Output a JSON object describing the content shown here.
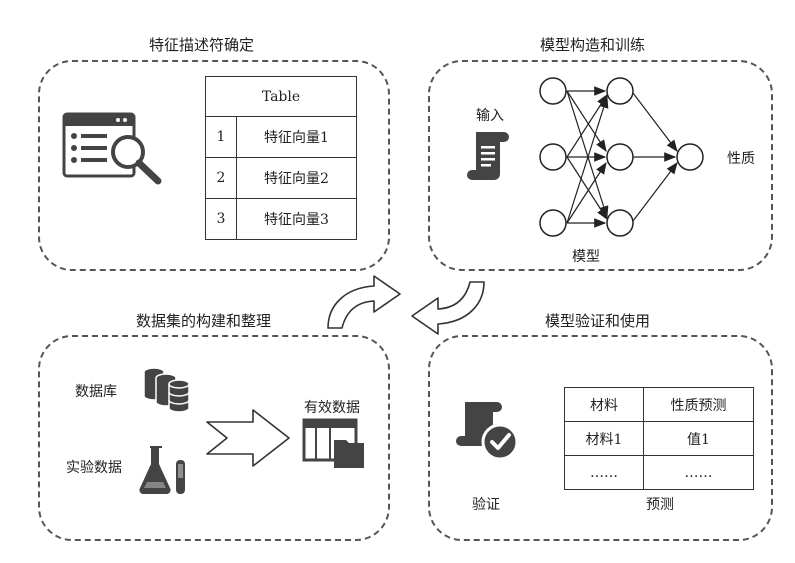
{
  "panels": {
    "feature": {
      "title": "特征描述符确定",
      "table": {
        "header": "Table",
        "rows": [
          {
            "num": "1",
            "label": "特征向量1"
          },
          {
            "num": "2",
            "label": "特征向量2"
          },
          {
            "num": "3",
            "label": "特征向量3"
          }
        ]
      }
    },
    "model": {
      "title": "模型构造和训练",
      "input_label": "输入",
      "model_label": "模型",
      "output_label": "性质"
    },
    "dataset": {
      "title": "数据集的构建和整理",
      "database_label": "数据库",
      "experiment_label": "实验数据",
      "valid_label": "有效数据"
    },
    "validation": {
      "title": "模型验证和使用",
      "verify_label": "验证",
      "predict_label": "预测",
      "table": {
        "headers": [
          "材料",
          "性质预测"
        ],
        "rows": [
          [
            "材料1",
            "值1"
          ],
          [
            "……",
            "……"
          ]
        ]
      }
    }
  },
  "icons": [
    "search-window-icon",
    "scroll-document-icon",
    "database-icon",
    "flask-icon",
    "data-folder-icon",
    "verify-scroll-icon"
  ]
}
